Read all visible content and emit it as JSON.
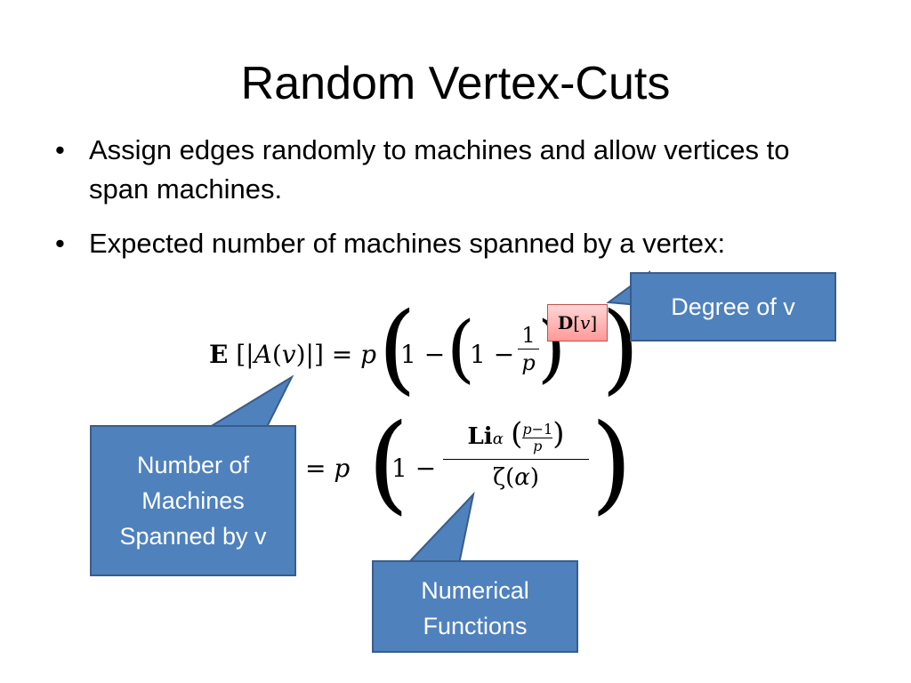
{
  "slide": {
    "title": "Random Vertex-Cuts",
    "bullets": [
      "Assign edges randomly to machines and allow vertices to span machines.",
      "Expected number of machines spanned by a vertex:"
    ],
    "bullet_glyph": "•"
  },
  "equation": {
    "lhs": "E [|A(v)|] = p",
    "rhs1_inner": "1 − ( 1 − 1/p )",
    "exponent": "D[v]",
    "rhs2_prefix": "= p",
    "rhs2_numerator": "Liα ( (p−1)/p )",
    "rhs2_denominator": "ζ(α)"
  },
  "callouts": {
    "degree": "Degree of v",
    "machines": "Number of Machines Spanned by v",
    "numerical": "Numerical Functions"
  },
  "colors": {
    "callout_fill": "#4f81bd",
    "callout_border": "#385d8a",
    "badge_fill": "#ff9999",
    "badge_border": "#c0504d"
  }
}
